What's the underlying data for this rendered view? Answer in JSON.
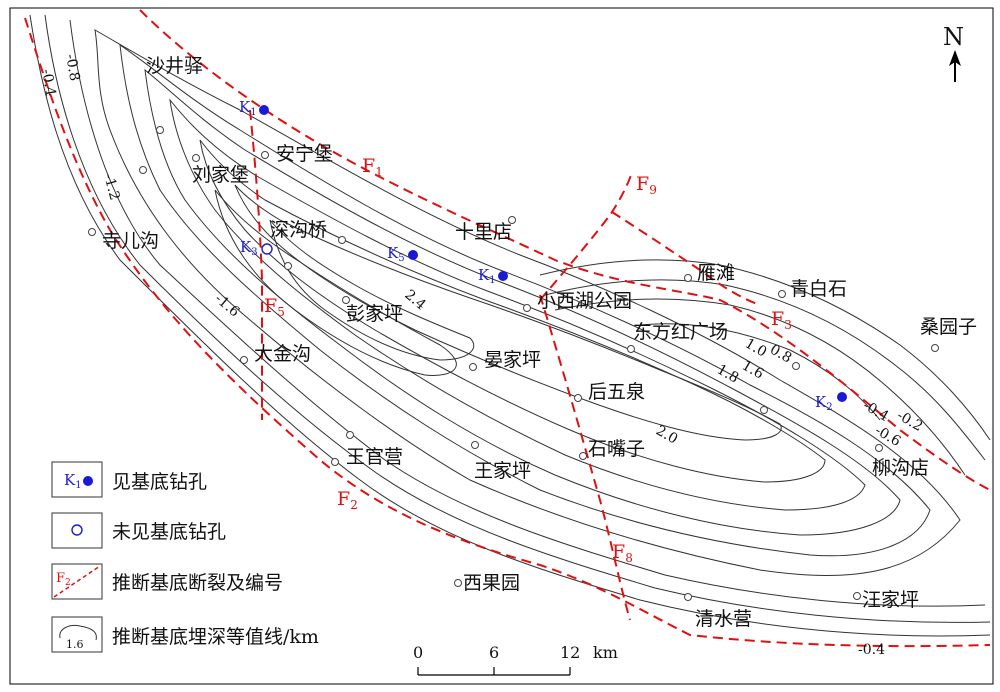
{
  "north_label": "N",
  "places": [
    {
      "id": "shajingyi",
      "name": "沙井驿"
    },
    {
      "id": "anningbao",
      "name": "安宁堡"
    },
    {
      "id": "liujiabao",
      "name": "刘家堡"
    },
    {
      "id": "sierigou",
      "name": "寺儿沟"
    },
    {
      "id": "shengouqiao",
      "name": "深沟桥"
    },
    {
      "id": "shilidian",
      "name": "十里店"
    },
    {
      "id": "yantan",
      "name": "雁滩"
    },
    {
      "id": "qingbaishi",
      "name": "青白石"
    },
    {
      "id": "sangyuanzi",
      "name": "桑园子"
    },
    {
      "id": "xiaoxihu",
      "name": "小西湖公园"
    },
    {
      "id": "dongfanghong",
      "name": "东方红广场"
    },
    {
      "id": "pengjiaping",
      "name": "彭家坪"
    },
    {
      "id": "dajingou",
      "name": "大金沟"
    },
    {
      "id": "yanjiaping",
      "name": "晏家坪"
    },
    {
      "id": "houwuquan",
      "name": "后五泉"
    },
    {
      "id": "shizuizi",
      "name": "石嘴子"
    },
    {
      "id": "wangguanying",
      "name": "王官营"
    },
    {
      "id": "wangjiaping",
      "name": "王家坪"
    },
    {
      "id": "liugoudian",
      "name": "柳沟店"
    },
    {
      "id": "xiguoyuan",
      "name": "西果园"
    },
    {
      "id": "qingshuiying",
      "name": "清水营"
    },
    {
      "id": "wangjiaping2",
      "name": "汪家坪"
    }
  ],
  "contour_labels": [
    "-0.4",
    "-0.8",
    "-1.2",
    "-1.6",
    "2.4",
    "2.0",
    "1.8",
    "1.6",
    "1.0",
    "0.8",
    "-0.4",
    "-0.2",
    "-0.6",
    "-0.4"
  ],
  "faults": [
    {
      "id": "F1",
      "letter": "F",
      "sub": "1"
    },
    {
      "id": "F2",
      "letter": "F",
      "sub": "2"
    },
    {
      "id": "F3",
      "letter": "F",
      "sub": "3"
    },
    {
      "id": "F5",
      "letter": "F",
      "sub": "5"
    },
    {
      "id": "F8",
      "letter": "F",
      "sub": "8"
    },
    {
      "id": "F9",
      "letter": "F",
      "sub": "9"
    }
  ],
  "drills_found": [
    {
      "letter": "K",
      "sub": "1"
    },
    {
      "letter": "K",
      "sub": "5"
    },
    {
      "letter": "K",
      "sub": "1"
    },
    {
      "letter": "K",
      "sub": "2"
    }
  ],
  "drills_notfound": [
    {
      "letter": "K",
      "sub": "3"
    }
  ],
  "legend": {
    "found_sym_letter": "K",
    "found_sym_sub": "1",
    "found_label": "见基底钻孔",
    "notfound_label": "未见基底钻孔",
    "fault_sym_letter": "F",
    "fault_sym_sub": "2",
    "fault_label": "推断基底断裂及编号",
    "contour_sym": "1.6",
    "contour_label": "推断基底埋深等值线/km"
  },
  "scale": {
    "ticks": [
      "0",
      "6",
      "12"
    ],
    "unit": "km"
  },
  "colors": {
    "fault": "#e01010",
    "drill": "#1a1ad6",
    "contour": "#333333"
  }
}
